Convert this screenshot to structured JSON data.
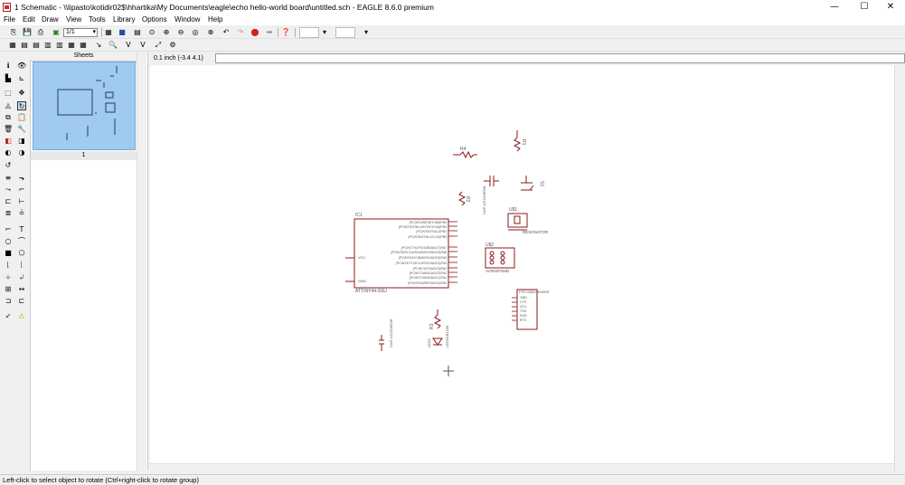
{
  "window": {
    "title": "1 Schematic - \\\\lipasto\\kotidir02$\\hhartika\\My Documents\\eagle\\echo hello-world board\\untitled.sch - EAGLE 8.6.0 premium",
    "controls": {
      "minimize": "—",
      "maximize": "☐",
      "close": "✕"
    }
  },
  "menu": [
    "File",
    "Edit",
    "Draw",
    "View",
    "Tools",
    "Library",
    "Options",
    "Window",
    "Help"
  ],
  "toolbar": {
    "sheet_select": "1/1"
  },
  "sheets_panel": {
    "header": "Sheets",
    "sheet_number": "1"
  },
  "coord_display": "0.1 inch (-3.4 4.1)",
  "command_line": "",
  "status": "Left-click to select object to rotate (Ctrl+right-click to rotate group)",
  "colors": {
    "part": "#8b1a1a",
    "pin": "#a04040",
    "text": "#555555",
    "selection": "#9ecbef"
  },
  "schematic": {
    "ic1": {
      "name": "IC1",
      "value": "ATTINY44-SSU",
      "left_pins": [
        "VCC",
        "GND"
      ],
      "pins": [
        "(PCINT3/RESET/dW)PB3",
        "(PCINT9/XTAL2/INT0/OC0A)PB2",
        "(PCINT9/XTAL2)PB1",
        "(PCINT8/XTAL1/CLKI)PB0",
        "(PCINT7/ICP/OC0B/ADC7)PA7",
        "(PCINT6/OC1A/SDA/MOSI/ADC6)PA6",
        "(PCINT5/OC1B/MISO/ADC5)PA5",
        "(PCINT4/T1/SCL/USCK/ADC4)PA4",
        "(PCINT3/T0/ADC3)PA3",
        "(PCINT2/AIN1/ADC2)PA2",
        "(PCINT1/AIN0/ADC1)PA1",
        "(PCINT0/AREF/ADC0)PA0"
      ]
    },
    "r4": "R4",
    "r1": "R1",
    "r2": "R2",
    "s1": "S1",
    "c_top": "CAP-US1206FAB",
    "c_bottom": "CAP-US1206FAB",
    "resonator": {
      "name": "U$1",
      "value": "RESONATOR"
    },
    "avrisp": {
      "name": "U$2",
      "value": "AVRISPSMD"
    },
    "ftdi": {
      "header": "FTDI-SMD-HEADER",
      "pins": [
        "GND",
        "CTS",
        "VCC",
        "TXD",
        "RXD",
        "RTS"
      ]
    },
    "led": {
      "name": "LED1",
      "value": "LEDFAB1206"
    },
    "r3": "R3"
  }
}
